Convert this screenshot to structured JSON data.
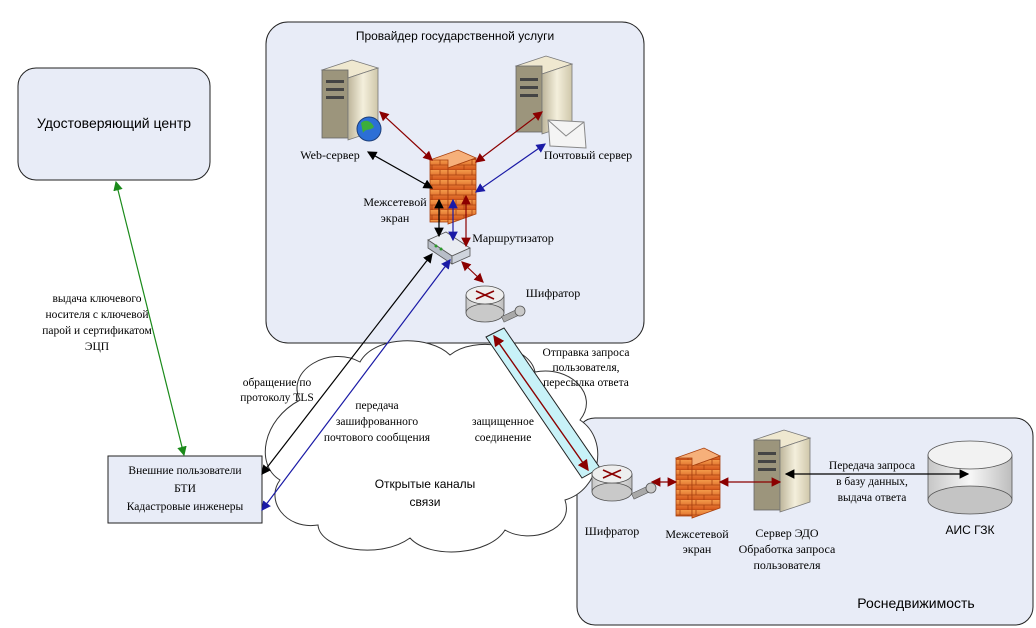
{
  "zones": {
    "provider_title": "Провайдер государственной услуги",
    "ca_title": "Удостоверяющий центр",
    "rosreestr_title": "Роснедвижимость"
  },
  "nodes": {
    "web_server": "Web-сервер",
    "mail_server": "Почтовый сервер",
    "firewall_top": [
      "Межсетевой",
      "экран"
    ],
    "router": "Маршрутизатор",
    "encryptor_top": "Шифратор",
    "encryptor_bottom": "Шифратор",
    "firewall_bottom": [
      "Межсетевой",
      "экран"
    ],
    "edo_server": [
      "Сервер ЭДО",
      "Обработка запроса",
      "пользователя"
    ],
    "ais_gzk": "АИС ГЗК",
    "external_users": [
      "Внешние пользователи",
      "БТИ",
      "Кадастровые инженеры"
    ],
    "cloud": [
      "Открытые каналы",
      "связи"
    ]
  },
  "edge_labels": {
    "key_issue": [
      "выдача ключевого",
      "носителя с ключевой",
      "парой и сертификатом",
      "ЭЦП"
    ],
    "tls": [
      "обращение по",
      "протоколу TLS"
    ],
    "encrypted_mail": [
      "передача",
      "зашифрованного",
      "почтового сообщения"
    ],
    "secure_conn": [
      "защищенное",
      "соединение"
    ],
    "request_send": [
      "Отправка запроса",
      "пользователя,",
      "пересылка ответа"
    ],
    "db_request": [
      "Передача запроса",
      "в базу данных,",
      "выдача ответа"
    ]
  },
  "colors": {
    "zone_fill": "#e8ecf7",
    "black_arrow": "#000000",
    "red_arrow": "#8b0000",
    "blue_arrow": "#1a1aa6",
    "green_arrow": "#1a8a1a",
    "tunnel": "#c8f2f8"
  }
}
